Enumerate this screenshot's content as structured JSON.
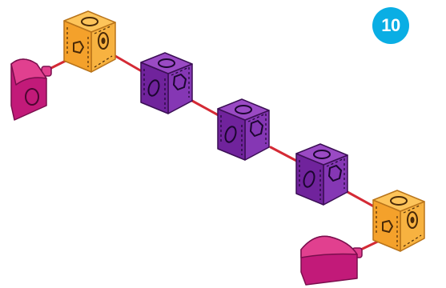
{
  "step": {
    "number": "10"
  },
  "colors": {
    "badge": "#0aaee4",
    "link": "#d42a35",
    "orange_top": "#fdc45a",
    "orange_left": "#f4a12b",
    "orange_right": "#f7b240",
    "orange_stroke": "#b9741a",
    "purple_top": "#9a4ac4",
    "purple_left": "#70239c",
    "purple_right": "#8537b4",
    "purple_stroke": "#3b0f55",
    "magenta_front": "#c21a79",
    "magenta_top": "#e1408f",
    "magenta_stroke": "#7a0e4d"
  },
  "parts": [
    {
      "name": "magenta-end-cap",
      "color": "magenta"
    },
    {
      "name": "orange-cube",
      "color": "orange"
    },
    {
      "name": "purple-cube",
      "color": "purple"
    },
    {
      "name": "purple-cube",
      "color": "purple"
    },
    {
      "name": "purple-cube",
      "color": "purple"
    },
    {
      "name": "orange-cube",
      "color": "orange"
    },
    {
      "name": "magenta-end-cap",
      "color": "magenta"
    }
  ]
}
